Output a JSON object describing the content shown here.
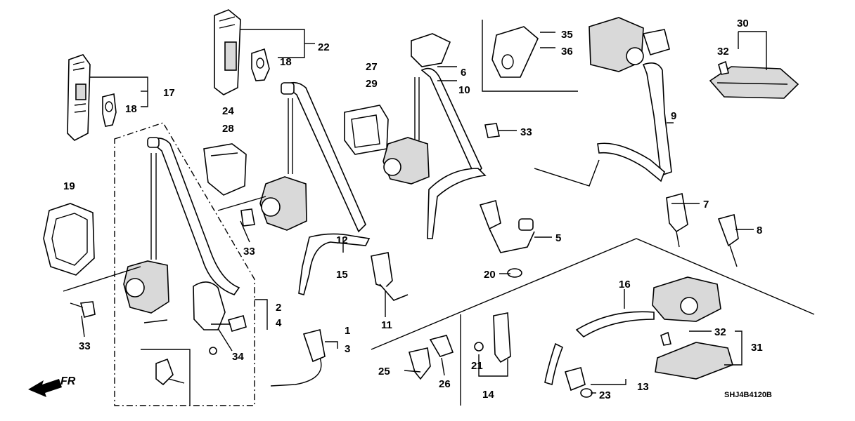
{
  "diagram": {
    "code": "SHJ4B4120B",
    "direction": "FR",
    "callouts": [
      {
        "id": "c1",
        "text": "1"
      },
      {
        "id": "c2",
        "text": "2"
      },
      {
        "id": "c3",
        "text": "3"
      },
      {
        "id": "c4",
        "text": "4"
      },
      {
        "id": "c5",
        "text": "5"
      },
      {
        "id": "c6",
        "text": "6"
      },
      {
        "id": "c7",
        "text": "7"
      },
      {
        "id": "c8",
        "text": "8"
      },
      {
        "id": "c9",
        "text": "9"
      },
      {
        "id": "c10",
        "text": "10"
      },
      {
        "id": "c11",
        "text": "11"
      },
      {
        "id": "c12",
        "text": "12"
      },
      {
        "id": "c13",
        "text": "13"
      },
      {
        "id": "c14",
        "text": "14"
      },
      {
        "id": "c15",
        "text": "15"
      },
      {
        "id": "c16",
        "text": "16"
      },
      {
        "id": "c17",
        "text": "17"
      },
      {
        "id": "c18a",
        "text": "18"
      },
      {
        "id": "c18b",
        "text": "18"
      },
      {
        "id": "c19",
        "text": "19"
      },
      {
        "id": "c20",
        "text": "20"
      },
      {
        "id": "c21",
        "text": "21"
      },
      {
        "id": "c22",
        "text": "22"
      },
      {
        "id": "c23",
        "text": "23"
      },
      {
        "id": "c24",
        "text": "24"
      },
      {
        "id": "c25",
        "text": "25"
      },
      {
        "id": "c26",
        "text": "26"
      },
      {
        "id": "c27",
        "text": "27"
      },
      {
        "id": "c28",
        "text": "28"
      },
      {
        "id": "c29",
        "text": "29"
      },
      {
        "id": "c30",
        "text": "30"
      },
      {
        "id": "c31",
        "text": "31"
      },
      {
        "id": "c32a",
        "text": "32"
      },
      {
        "id": "c32b",
        "text": "32"
      },
      {
        "id": "c33a",
        "text": "33"
      },
      {
        "id": "c33b",
        "text": "33"
      },
      {
        "id": "c33c",
        "text": "33"
      },
      {
        "id": "c34",
        "text": "34"
      },
      {
        "id": "c35",
        "text": "35"
      },
      {
        "id": "c36",
        "text": "36"
      }
    ]
  }
}
